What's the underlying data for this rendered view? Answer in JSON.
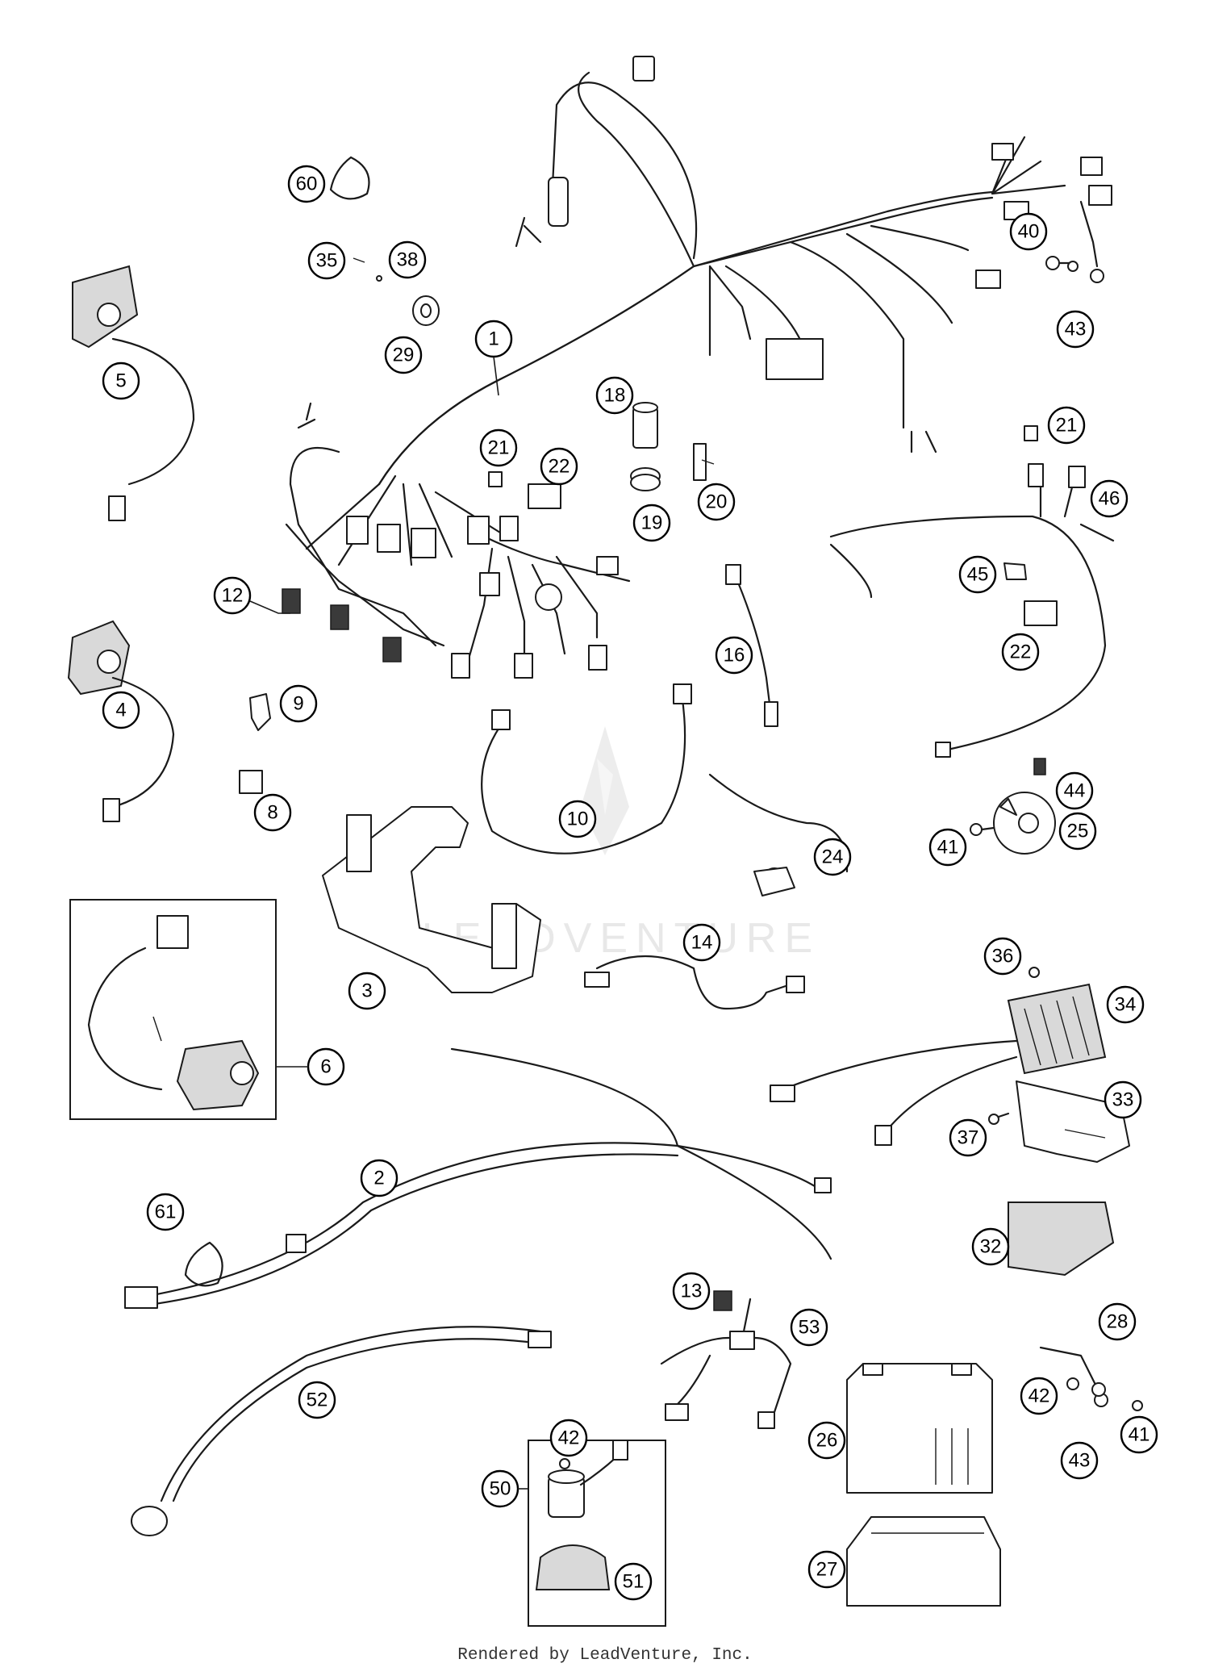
{
  "labels": [
    "1",
    "2",
    "3",
    "4",
    "5",
    "6",
    "8",
    "9",
    "10",
    "12",
    "13",
    "14",
    "16",
    "18",
    "19",
    "20",
    "21",
    "21",
    "22",
    "22",
    "24",
    "25",
    "26",
    "27",
    "28",
    "29",
    "32",
    "33",
    "34",
    "35",
    "36",
    "37",
    "38",
    "40",
    "41",
    "41",
    "42",
    "42",
    "43",
    "43",
    "44",
    "45",
    "46",
    "50",
    "51",
    "52",
    "53",
    "60",
    "61"
  ],
  "watermark": "LEADVENTURE",
  "footer": "Rendered by LeadVenture, Inc."
}
